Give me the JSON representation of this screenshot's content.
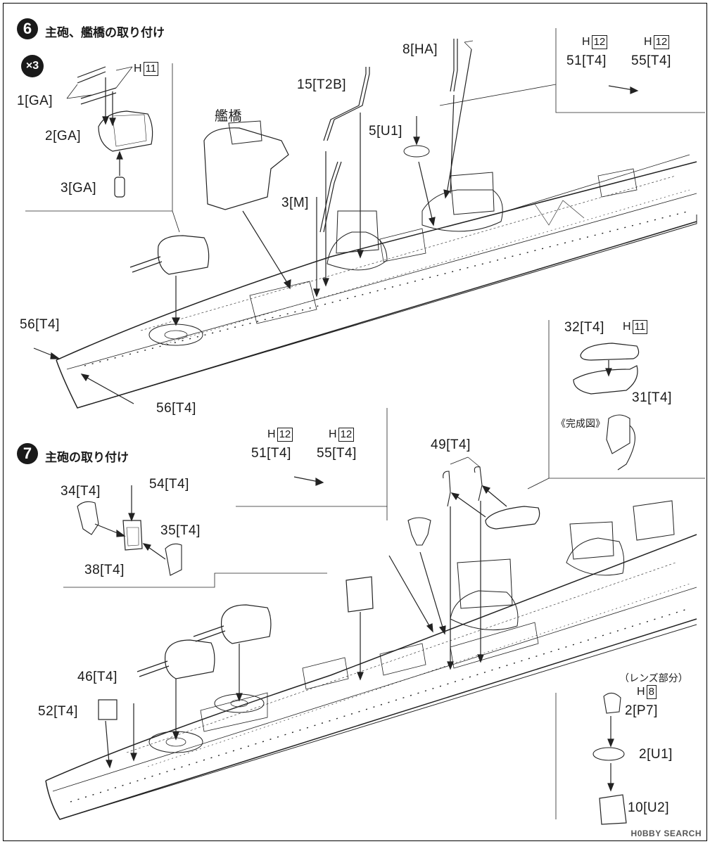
{
  "step6": {
    "number": "6",
    "title": "主砲、艦橋の取り付け",
    "multiplier": "×3",
    "labels": {
      "p1": "1[GA]",
      "p2": "2[GA]",
      "p3": "3[GA]",
      "h11a": "11",
      "bridge": "艦橋",
      "p15": "15[T2B]",
      "p3m": "3[M]",
      "p8": "8[HA]",
      "p5": "5[U1]",
      "p56a": "56[T4]",
      "p56b": "56[T4]",
      "h12a": "12",
      "h12b": "12",
      "p51": "51[T4]",
      "p55": "55[T4]",
      "p32": "32[T4]",
      "h11b": "11",
      "p31": "31[T4]",
      "finished": "《完成図》"
    }
  },
  "step7": {
    "number": "7",
    "title": "主砲の取り付け",
    "labels": {
      "h12a": "12",
      "h12b": "12",
      "p51": "51[T4]",
      "p55": "55[T4]",
      "p49": "49[T4]",
      "p34": "34[T4]",
      "p54": "54[T4]",
      "p35": "35[T4]",
      "p38": "38[T4]",
      "p46": "46[T4]",
      "p52": "52[T4]",
      "lens": "（レンズ部分）",
      "h8": "8",
      "p2p7": "2[P7]",
      "p2u1": "2[U1]",
      "p10": "10[U2]"
    },
    "h_prefix": "H"
  },
  "watermark": "H0BBY SEARCH"
}
